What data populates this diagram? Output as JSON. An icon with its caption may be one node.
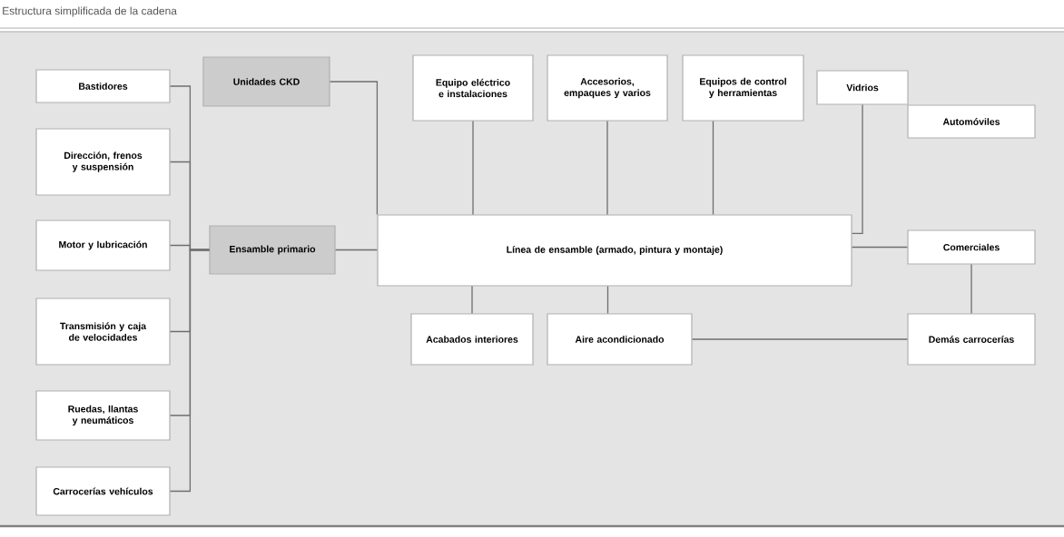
{
  "diagram": {
    "title": "Estructura simplificada de la cadena",
    "nodes": [
      {
        "text": [
          "Bastidores"
        ]
      },
      {
        "text": [
          "Dirección, frenos y suspensión"
        ]
      },
      {
        "text": [
          "Motor y lubricación"
        ]
      },
      {
        "text": [
          "Transmisión y caja de velocidades"
        ]
      },
      {
        "text": [
          "Ruedas, llantas y neumáticos"
        ]
      },
      {
        "text": [
          "Carrocerías vehículos"
        ]
      },
      {
        "text": [
          "Unidades CKD"
        ]
      },
      {
        "text": [
          "Ensamble primario"
        ]
      },
      {
        "text": [
          "Línea de ensamble (armado, pintura y montaje)"
        ]
      },
      {
        "text": [
          "Equipo eléctrico e instalaciones"
        ]
      },
      {
        "text": [
          "Accesorios, empaques y varios"
        ]
      },
      {
        "text": [
          "Equipos de control y herramientas"
        ]
      },
      {
        "text": [
          "Vidrios"
        ]
      },
      {
        "text": [
          "Automóviles"
        ]
      },
      {
        "text": [
          "Comerciales"
        ]
      },
      {
        "text": [
          "Acabados interiores"
        ]
      },
      {
        "text": [
          "Aire acondicionado"
        ]
      },
      {
        "text": [
          "Demás carrocerías"
        ]
      }
    ],
    "edges": [
      {
        "from": 0,
        "to": 7,
        "arrow": "none"
      },
      {
        "from": 1,
        "to": 7,
        "arrow": "none"
      },
      {
        "from": 2,
        "to": 7,
        "arrow": "none"
      },
      {
        "from": 3,
        "to": 7,
        "arrow": "none"
      },
      {
        "from": 4,
        "to": 7,
        "arrow": "none"
      },
      {
        "from": 5,
        "to": 7,
        "arrow": "none"
      },
      {
        "from": 6,
        "to": 8,
        "arrow": "none"
      },
      {
        "from": 7,
        "to": 8,
        "arrow": "none"
      },
      {
        "from": 9,
        "to": 8,
        "arrow": "none"
      },
      {
        "from": 10,
        "to": 8,
        "arrow": "none"
      },
      {
        "from": 11,
        "to": 8,
        "arrow": "none"
      },
      {
        "from": 12,
        "to": 8,
        "arrow": "none"
      },
      {
        "from": 8,
        "to": 14,
        "arrow": "none"
      },
      {
        "from": 14,
        "to": 17,
        "arrow": "none"
      },
      {
        "from": 8,
        "to": 15,
        "arrow": "none"
      },
      {
        "from": 8,
        "to": 16,
        "arrow": "none"
      },
      {
        "from": 16,
        "to": 17,
        "arrow": "none"
      }
    ]
  }
}
